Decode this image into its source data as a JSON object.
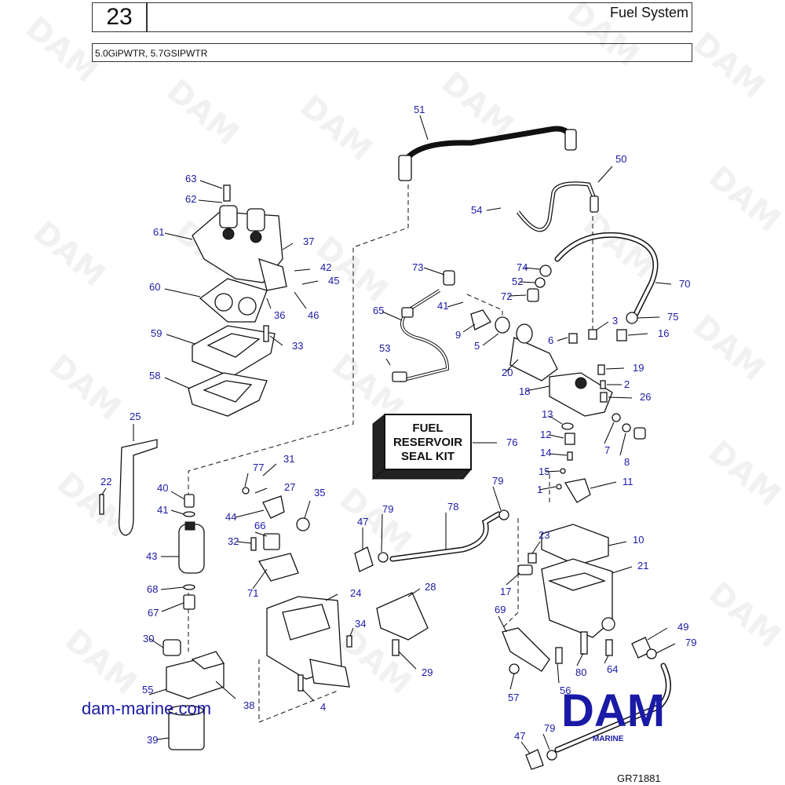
{
  "header": {
    "section_number": "23",
    "title": "Fuel System",
    "models": "5.0GiPWTR, 5.7GSIPWTR"
  },
  "seal_kit": {
    "line1": "FUEL",
    "line2": "RESERVOIR",
    "line3": "SEAL KIT"
  },
  "watermark": "DAM",
  "logo": {
    "brand": "DAM",
    "sub": "MARINE"
  },
  "website": "dam-marine.com",
  "drawing_number": "GR71881",
  "callouts": [
    "51",
    "50",
    "54",
    "63",
    "62",
    "61",
    "37",
    "42",
    "45",
    "46",
    "36",
    "33",
    "60",
    "59",
    "58",
    "73",
    "65",
    "41",
    "9",
    "5",
    "74",
    "52",
    "72",
    "3",
    "75",
    "70",
    "6",
    "16",
    "20",
    "19",
    "2",
    "26",
    "18",
    "53",
    "13",
    "12",
    "14",
    "15",
    "1",
    "11",
    "7",
    "8",
    "76",
    "25",
    "22",
    "40",
    "41",
    "43",
    "68",
    "67",
    "31",
    "77",
    "27",
    "35",
    "44",
    "66",
    "32",
    "71",
    "24",
    "34",
    "28",
    "29",
    "47",
    "79",
    "78",
    "79",
    "10",
    "23",
    "21",
    "17",
    "69",
    "49",
    "79",
    "80",
    "64",
    "57",
    "56",
    "30",
    "55",
    "38",
    "39",
    "4",
    "47",
    "79"
  ],
  "colors": {
    "callout": "#1a1aa6",
    "logo": "#1a1aa6",
    "line": "#111111"
  }
}
